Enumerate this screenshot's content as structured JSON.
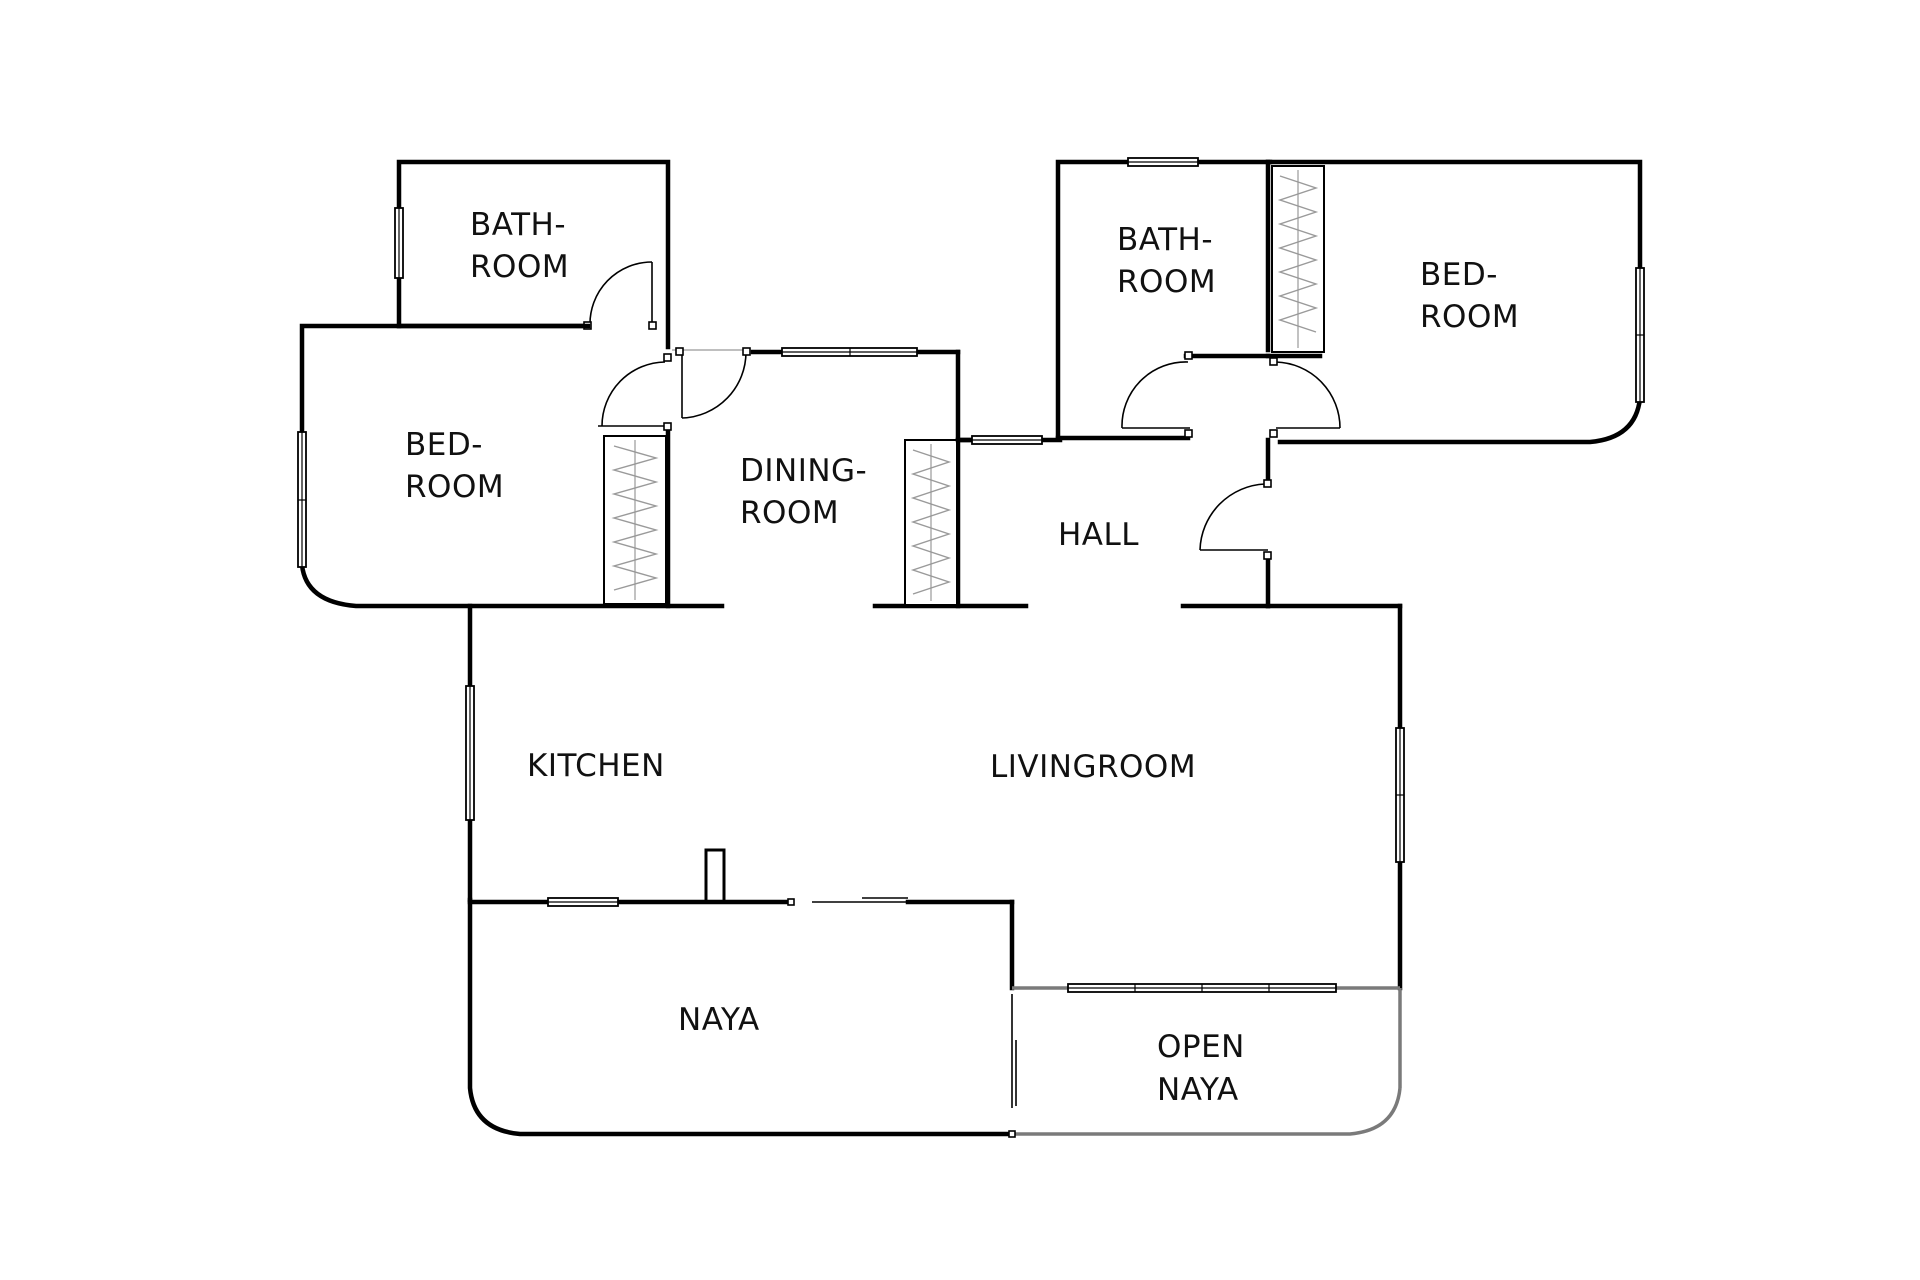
{
  "rooms": {
    "bathroom_left": {
      "line1": "BATH-",
      "line2": "ROOM"
    },
    "bedroom_left": {
      "line1": "BED-",
      "line2": "ROOM"
    },
    "dining_room": {
      "line1": "DINING-",
      "line2": "ROOM"
    },
    "bathroom_right": {
      "line1": "BATH-",
      "line2": "ROOM"
    },
    "bedroom_right": {
      "line1": "BED-",
      "line2": "ROOM"
    },
    "hall": {
      "label": "HALL"
    },
    "kitchen": {
      "label": "KITCHEN"
    },
    "livingroom": {
      "label": "LIVINGROOM"
    },
    "naya": {
      "label": "NAYA"
    },
    "open_naya": {
      "line1": "OPEN",
      "line2": "NAYA"
    }
  },
  "colors": {
    "wall": "#000000",
    "open_naya_wall": "#7a7a7a",
    "closet_hatch": "#9a9a9a",
    "background": "#ffffff"
  }
}
